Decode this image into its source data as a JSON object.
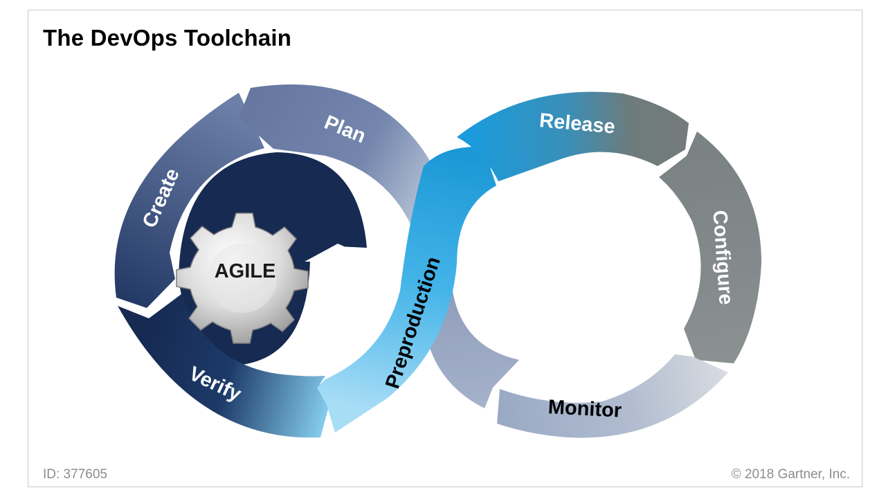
{
  "header": {
    "title": "The DevOps Toolchain"
  },
  "diagram": {
    "center_label": "AGILE",
    "stages": [
      {
        "id": "plan",
        "label": "Plan",
        "text_color": "#ffffff"
      },
      {
        "id": "create",
        "label": "Create",
        "text_color": "#ffffff"
      },
      {
        "id": "verify",
        "label": "Verify",
        "text_color": "#ffffff"
      },
      {
        "id": "preproduction",
        "label": "Preproduction",
        "text_color": "#000000"
      },
      {
        "id": "release",
        "label": "Release",
        "text_color": "#ffffff"
      },
      {
        "id": "configure",
        "label": "Configure",
        "text_color": "#ffffff"
      },
      {
        "id": "monitor",
        "label": "Monitor",
        "text_color": "#000000"
      }
    ],
    "colors": {
      "navy": "#162a52",
      "steel_blue": "#6a7fa6",
      "bright_blue": "#1d9fdc",
      "light_blue": "#8fd4f4",
      "gray": "#7c8182",
      "light_gray": "#d3d6d9"
    }
  },
  "footer": {
    "id_text": "ID: 377605",
    "copyright": "© 2018 Gartner, Inc."
  }
}
